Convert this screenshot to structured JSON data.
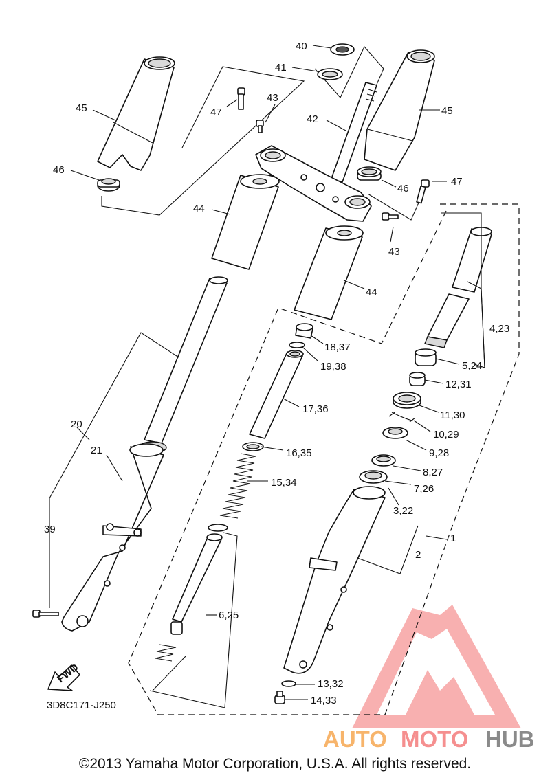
{
  "diagram_code": "3D8C171-J250",
  "fwd_label": "FWD",
  "copyright": "©2013 Yamaha Motor Corporation, U.S.A. All rights reserved.",
  "watermark": {
    "part1": "AUTO",
    "part2": "MOTO",
    "part3": "HUB"
  },
  "labels": {
    "p40": "40",
    "p41": "41",
    "p42": "42",
    "p43a": "43",
    "p43b": "43",
    "p45a": "45",
    "p45b": "45",
    "p46a": "46",
    "p46b": "46",
    "p47a": "47",
    "p47b": "47",
    "p44a": "44",
    "p44b": "44",
    "p4_23": "4,23",
    "p5_24": "5,24",
    "p12_31": "12,31",
    "p11_30": "11,30",
    "p10_29": "10,29",
    "p9_28": "9,28",
    "p8_27": "8,27",
    "p7_26": "7,26",
    "p3_22": "3,22",
    "p2": "2",
    "p1": "1",
    "p18_37": "18,37",
    "p19_38": "19,38",
    "p17_36": "17,36",
    "p16_35": "16,35",
    "p15_34": "15,34",
    "p6_25": "6,25",
    "p13_32": "13,32",
    "p14_33": "14,33",
    "p20": "20",
    "p21": "21",
    "p39": "39"
  },
  "colors": {
    "watermark_red": "#f58f8f",
    "watermark_orange": "#f7b46b",
    "watermark_gray": "#8a8a8a"
  }
}
